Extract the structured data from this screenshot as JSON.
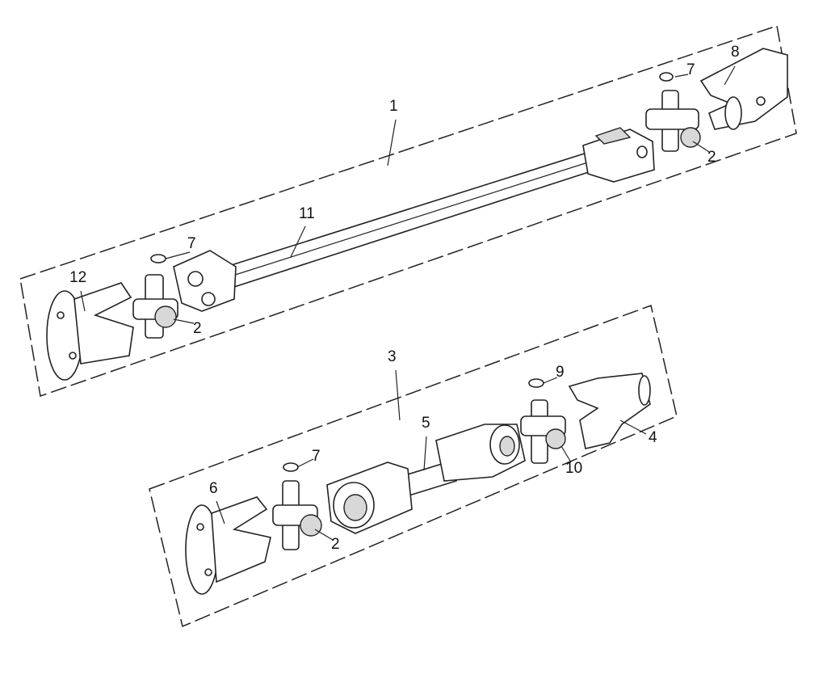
{
  "diagram": {
    "title": "Propeller shaft assembly exploded view",
    "callouts": {
      "top_assembly": "1",
      "top_right_yoke": "8",
      "top_right_circlip": "7",
      "top_right_spider": "2",
      "top_shaft": "11",
      "top_left_circlip": "7",
      "top_left_flange_yoke": "12",
      "top_left_spider": "2",
      "bottom_assembly": "3",
      "bottom_right_circlip": "9",
      "bottom_shaft": "5",
      "bottom_right_yoke": "4",
      "bottom_right_spider": "10",
      "bottom_left_circlip": "7",
      "bottom_left_flange_yoke": "6",
      "bottom_left_spider": "2"
    }
  }
}
